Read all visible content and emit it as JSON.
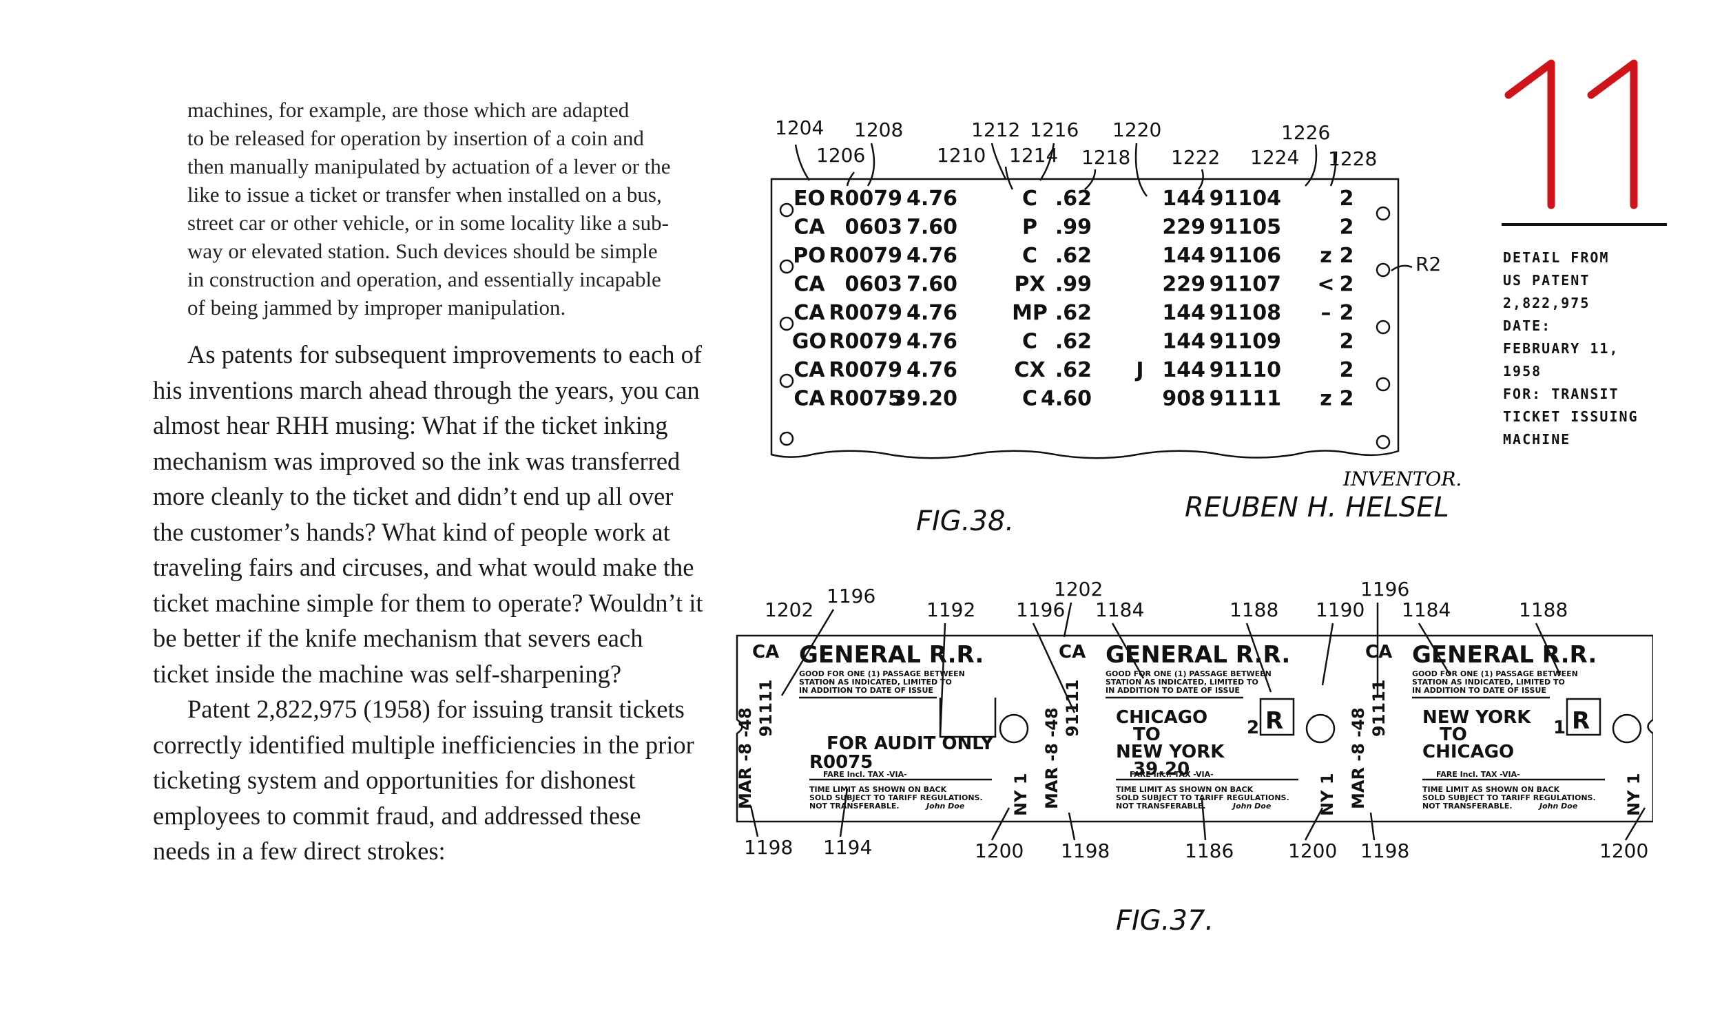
{
  "quote_lines": [
    "machines, for example, are those which are adapted",
    "to be released for operation by insertion of a coin and",
    "then manually manipulated by actuation of a lever or the",
    "like to issue a ticket or transfer when installed on a bus,",
    "street car or other vehicle, or in some locality like a sub-",
    "way or elevated station. Such devices should be simple",
    "in construction and operation, and essentially incapable",
    "of being jammed by improper manipulation."
  ],
  "paragraphs": [
    "As patents for subsequent improvements to each of his inventions march ahead through the years, you can almost hear RHH musing: What if the ticket inking mechanism was improved so the ink was transferred more cleanly to the ticket and didn’t end up all over the customer’s hands? What kind of people work at traveling fairs and circuses, and what would make the ticket machine simple for them to operate? Wouldn’t it be better if the knife mechanism that severs each ticket inside the machine was self-sharpening?",
    "Patent 2,822,975 (1958) for issuing transit tickets correctly identified multiple inefficiencies in the prior ticketing system and opportunities for dishonest employees to commit fraud, and addressed these needs in a few direct strokes:"
  ],
  "page_number": "11",
  "caption_lines": [
    "DETAIL FROM",
    "US PATENT",
    "2,822,975",
    "DATE:",
    "FEBRUARY 11,",
    "1958",
    "FOR: TRANSIT",
    "TICKET ISSUING",
    "MACHINE"
  ],
  "colors": {
    "page_number": "#d0141b",
    "text": "#1a1a1a"
  },
  "fig38": {
    "caption": "FIG.38.",
    "inventor_label": "INVENTOR.",
    "inventor_name": "REUBEN H. HELSEL",
    "side_label": "R2",
    "refs": [
      "1204",
      "1206",
      "1208",
      "1210",
      "1212",
      "1214",
      "1216",
      "1218",
      "1220",
      "1222",
      "1224",
      "1226",
      "1228"
    ],
    "rows": [
      [
        "EO",
        "R0079",
        "4.76",
        "C",
        ".62",
        "",
        "144",
        "91104",
        "",
        "2"
      ],
      [
        "CA",
        "0603",
        "7.60",
        "P",
        ".99",
        "",
        "229",
        "91105",
        "",
        "2"
      ],
      [
        "PO",
        "R0079",
        "4.76",
        "C",
        ".62",
        "",
        "144",
        "91106",
        "z",
        "2"
      ],
      [
        "CA",
        "0603",
        "7.60",
        "PX",
        ".99",
        "",
        "229",
        "91107",
        "<",
        "2"
      ],
      [
        "CA",
        "R0079",
        "4.76",
        "MP",
        ".62",
        "",
        "144",
        "91108",
        "–",
        "2"
      ],
      [
        "GO",
        "R0079",
        "4.76",
        "C",
        ".62",
        "",
        "144",
        "91109",
        "",
        "2"
      ],
      [
        "CA",
        "R0079",
        "4.76",
        "CX",
        ".62",
        "J",
        "144",
        "91110",
        "",
        "2"
      ],
      [
        "CA",
        "R0075",
        "39.20",
        "C",
        "4.60",
        "",
        "908",
        "91111",
        "z",
        "2"
      ]
    ]
  },
  "fig37": {
    "caption": "FIG.37.",
    "refs_top": [
      "1202",
      "1196",
      "1192",
      "1202",
      "1196",
      "1184",
      "1188",
      "1190",
      "1196",
      "1184",
      "1188"
    ],
    "refs_bottom": [
      "1198",
      "1194",
      "1200",
      "1198",
      "1186",
      "1200",
      "1198",
      "1200"
    ],
    "tickets": [
      {
        "code": "CA",
        "title": "GENERAL R.R.",
        "small_line1": "GOOD FOR ONE (1) PASSAGE BETWEEN",
        "small_line2": "STATION AS INDICATED, LIMITED TO",
        "small_line3": "IN ADDITION TO DATE OF ISSUE",
        "audit": "FOR AUDIT ONLY",
        "number": "R0075",
        "fare_line": "FARE Incl. TAX     -VIA-",
        "fine1": "TIME LIMIT AS SHOWN ON BACK",
        "fine2": "SOLD SUBJECT TO TARIFF REGULATIONS.",
        "fine3": "NOT TRANSFERABLE.",
        "signature": "John Doe",
        "serial": "91111",
        "date": "MAR -8 -48",
        "via": "NY 1"
      },
      {
        "code": "CA",
        "title": "GENERAL R.R.",
        "small_line1": "GOOD FOR ONE (1) PASSAGE BETWEEN",
        "small_line2": "STATION AS INDICATED, LIMITED TO",
        "small_line3": "IN ADDITION TO DATE OF ISSUE",
        "from": "CHICAGO",
        "to": "TO",
        "dest": "NEW YORK",
        "price": "39.20",
        "mark": "2",
        "badge": "R",
        "fare_line": "FARE Incl. TAX     -VIA-",
        "fine1": "TIME LIMIT AS SHOWN ON BACK",
        "fine2": "SOLD SUBJECT TO TARIFF REGULATIONS.",
        "fine3": "NOT TRANSFERABLE.",
        "signature": "John Doe",
        "serial": "91111",
        "date": "MAR -8 -48",
        "via": "NY 1"
      },
      {
        "code": "CA",
        "title": "GENERAL R.R.",
        "small_line1": "GOOD FOR ONE (1) PASSAGE BETWEEN",
        "small_line2": "STATION AS INDICATED, LIMITED TO",
        "small_line3": "IN ADDITION TO DATE OF ISSUE",
        "from": "NEW YORK",
        "to": "TO",
        "dest": "CHICAGO",
        "mark": "1",
        "badge": "R",
        "fare_line": "FARE Incl. TAX     -VIA-",
        "fine1": "TIME LIMIT AS SHOWN ON BACK",
        "fine2": "SOLD SUBJECT TO TARIFF REGULATIONS.",
        "fine3": "NOT TRANSFERABLE.",
        "signature": "John Doe",
        "serial": "91111",
        "date": "MAR -8 -48",
        "via": "NY 1"
      }
    ]
  }
}
